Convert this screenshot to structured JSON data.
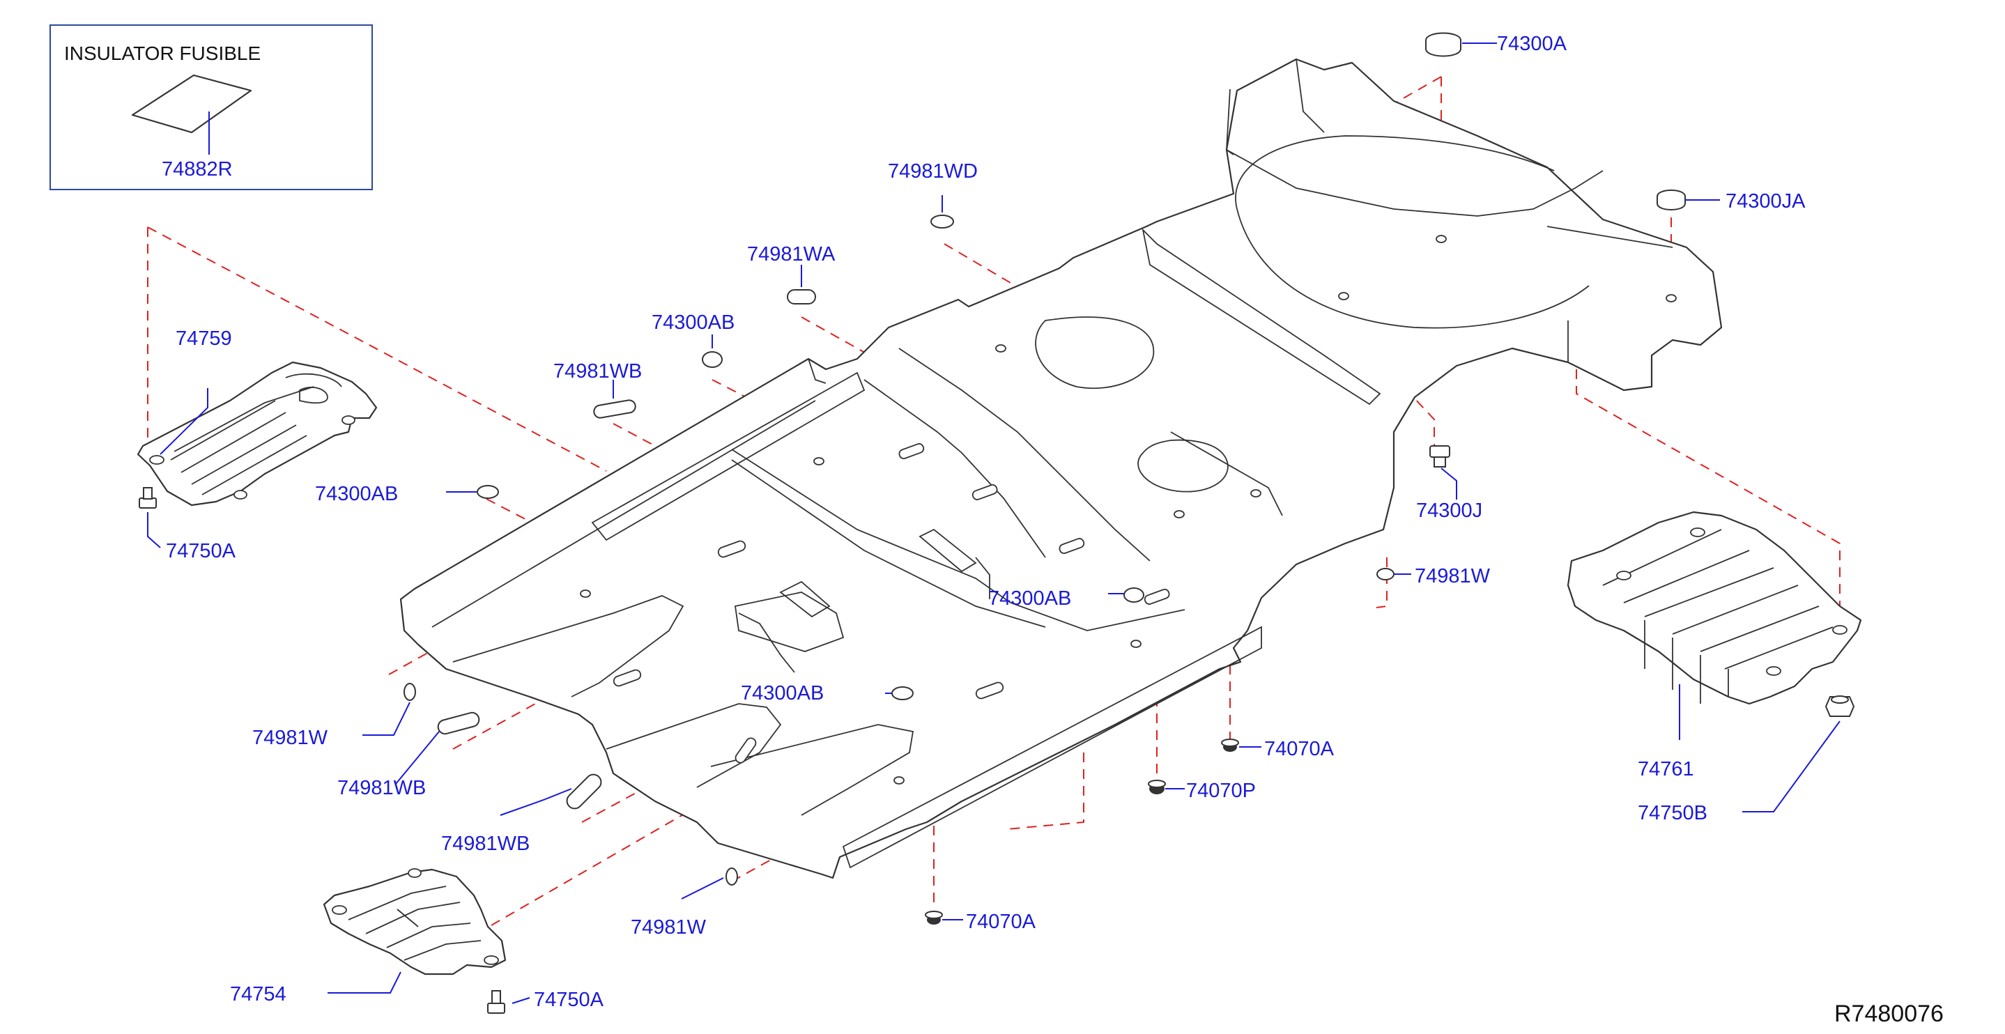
{
  "inset": {
    "title": "INSULATOR   FUSIBLE",
    "part": "74882R"
  },
  "diagram_id": "R7480076",
  "colors": {
    "label": "#1a1ad8",
    "dash": "#e02020",
    "outline": "#333333"
  },
  "callouts": {
    "c01": "74300A",
    "c02": "74300JA",
    "c03": "74981WD",
    "c04": "74981WA",
    "c05": "74300AB",
    "c06": "74759",
    "c07": "74981WB",
    "c08": "74300AB",
    "c09": "74750A",
    "c10": "74300J",
    "c11": "74981W",
    "c12": "74300AB",
    "c13": "74300AB",
    "c14": "74981W",
    "c15": "74981WB",
    "c16": "74070A",
    "c17": "74070P",
    "c18": "74761",
    "c19": "74750B",
    "c20": "74981WB",
    "c21": "74981W",
    "c22": "74070A",
    "c23": "74754",
    "c24": "74750A"
  }
}
